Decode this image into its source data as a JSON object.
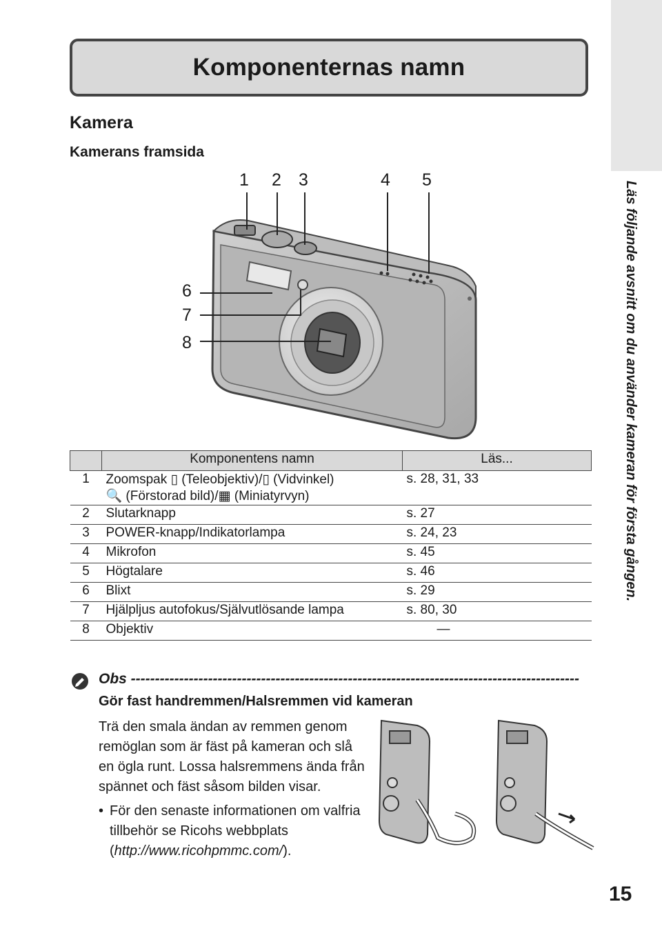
{
  "title": "Komponenternas namn",
  "section": "Kamera",
  "subsection": "Kamerans framsida",
  "side_note": "Läs följande avsnitt om du använder kameran för första gången.",
  "callouts": {
    "c1": "1",
    "c2": "2",
    "c3": "3",
    "c4": "4",
    "c5": "5",
    "c6": "6",
    "c7": "7",
    "c8": "8"
  },
  "table": {
    "header_name": "Komponentens namn",
    "header_ref": "Läs...",
    "rows": [
      {
        "num": "1",
        "name": "Zoomspak ▯ (Teleobjektiv)/▯ (Vidvinkel)",
        "name2": "🔍 (Förstorad bild)/▦ (Miniatyrvyn)",
        "ref": "s. 28, 31, 33"
      },
      {
        "num": "2",
        "name": "Slutarknapp",
        "ref": "s. 27"
      },
      {
        "num": "3",
        "name": "POWER-knapp/Indikatorlampa",
        "ref": "s. 24, 23"
      },
      {
        "num": "4",
        "name": "Mikrofon",
        "ref": "s. 45"
      },
      {
        "num": "5",
        "name": "Högtalare",
        "ref": "s. 46"
      },
      {
        "num": "6",
        "name": "Blixt",
        "ref": "s. 29"
      },
      {
        "num": "7",
        "name": "Hjälpljus autofokus/Självutlösande lampa",
        "ref": "s. 80, 30"
      },
      {
        "num": "8",
        "name": "Objektiv",
        "ref": "—"
      }
    ]
  },
  "obs": {
    "label": "Obs ---------------------------------------------------------------------------------------------",
    "heading": "Gör fast handremmen/Halsremmen vid kameran",
    "body": "Trä den smala ändan av remmen genom remöglan som är fäst på kameran och slå en ögla runt. Lossa halsremmens ända från spännet och fäst såsom bilden visar.",
    "bullet": "För den senaste informationen om valfria tillbehör se Ricohs webbplats (",
    "bullet_link": "http://www.ricohpmmc.com/",
    "bullet_end": ")."
  },
  "page_number": "15"
}
